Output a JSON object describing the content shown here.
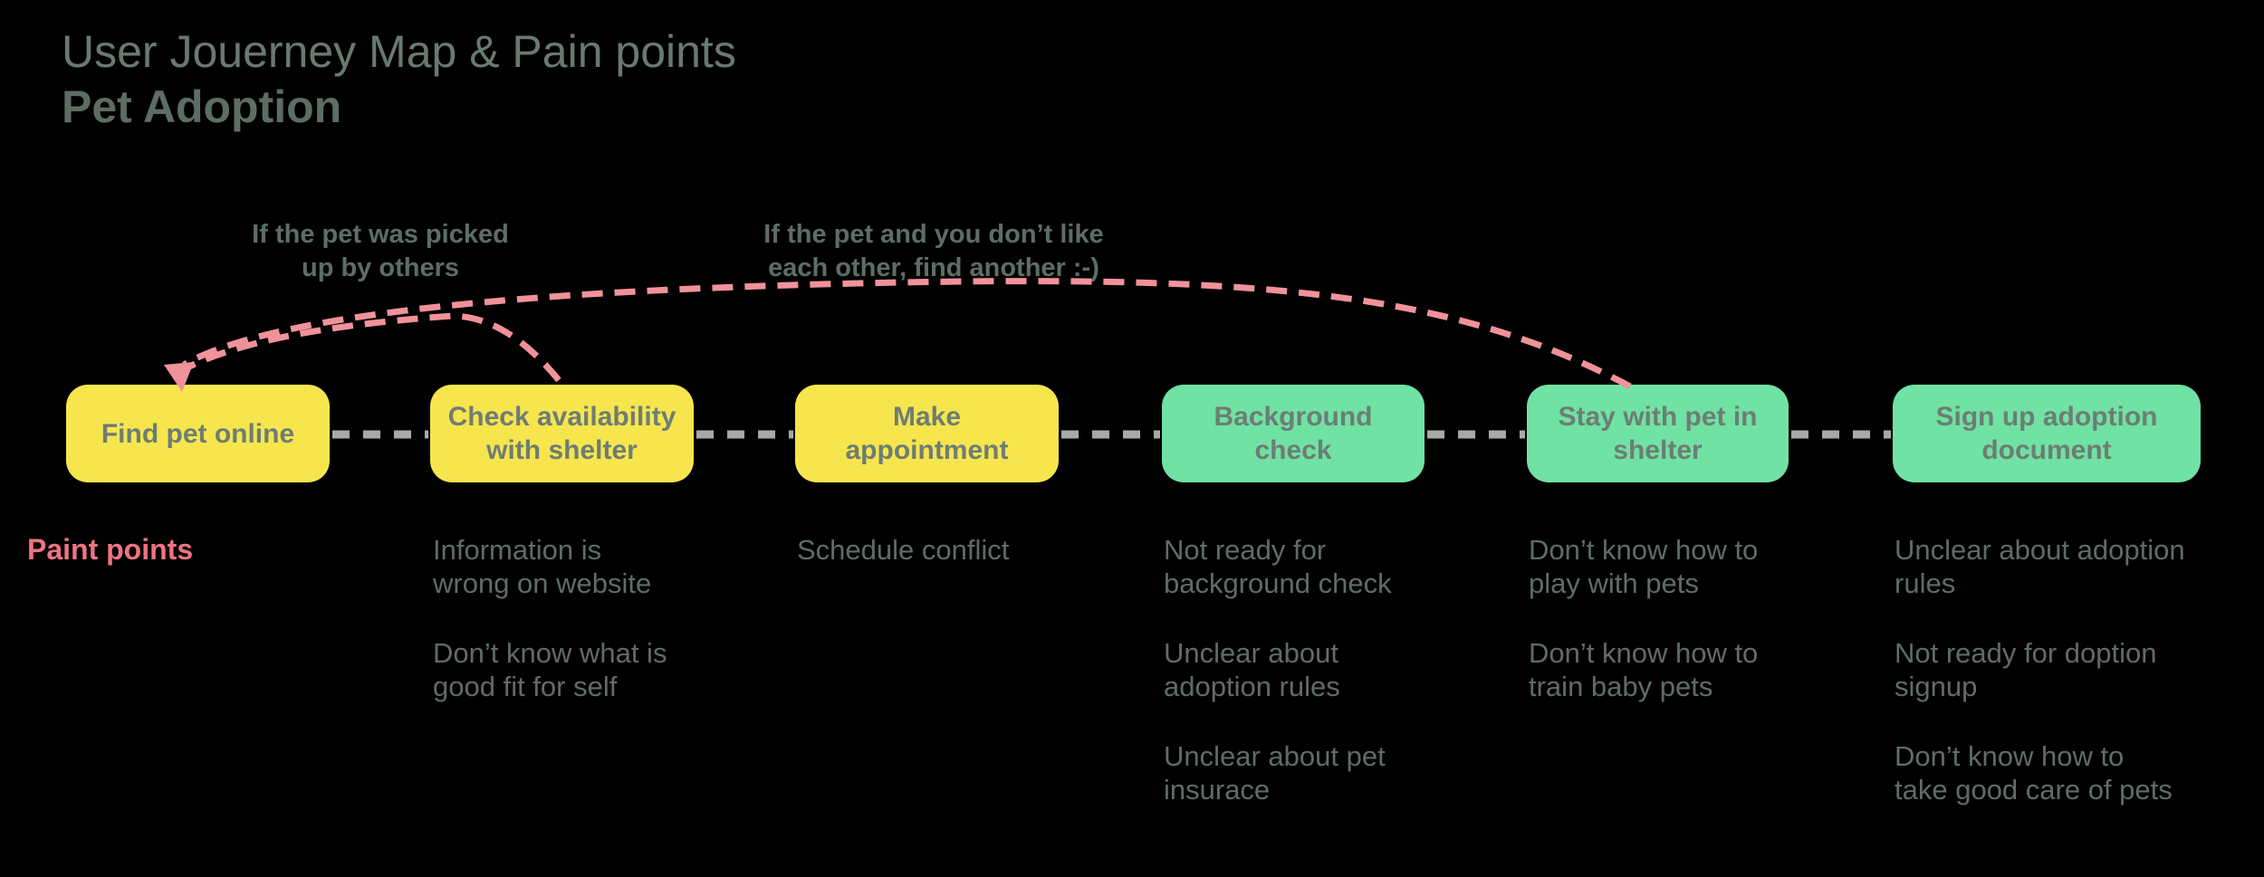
{
  "header": {
    "title": "User Jouerney Map & Pain points",
    "subtitle": "Pet Adoption"
  },
  "annotations": {
    "picked": "If the pet was picked\nup by others",
    "dont_like": "If the pet and you don’t like\neach other, find another :-)"
  },
  "pain_section": {
    "label": "Paint points"
  },
  "stages": [
    {
      "label": "Find pet online",
      "type": "yellow",
      "pains": []
    },
    {
      "label": "Check availability\nwith shelter",
      "type": "yellow",
      "pains": [
        "Information is\nwrong on website",
        "Don’t know what is\ngood fit for self"
      ]
    },
    {
      "label": "Make\nappointment",
      "type": "yellow",
      "pains": [
        "Schedule conflict"
      ]
    },
    {
      "label": "Background\ncheck",
      "type": "green",
      "pains": [
        "Not ready for\nbackground check",
        "Unclear about\nadoption rules",
        "Unclear about pet\ninsurace"
      ]
    },
    {
      "label": "Stay with pet in\nshelter",
      "type": "green",
      "pains": [
        "Don’t know how to\nplay with pets",
        "Don’t know how to\ntrain baby pets"
      ]
    },
    {
      "label": "Sign up adoption\ndocument",
      "type": "green",
      "pains": [
        "Unclear about adoption\nrules",
        "Not ready for doption\nsignup",
        "Don’t know how to\ntake good care of pets"
      ]
    }
  ],
  "colors": {
    "background": "#000000",
    "stage_yellow": "#F7E54E",
    "stage_green": "#70E2A3",
    "stage_text": "#6D7D75",
    "title_text": "#6A796F",
    "body_text": "#5E6D66",
    "pain_label_pink": "#EE7480",
    "arrow_pink": "#F0929A",
    "connector_gray": "#A8A8A8"
  }
}
